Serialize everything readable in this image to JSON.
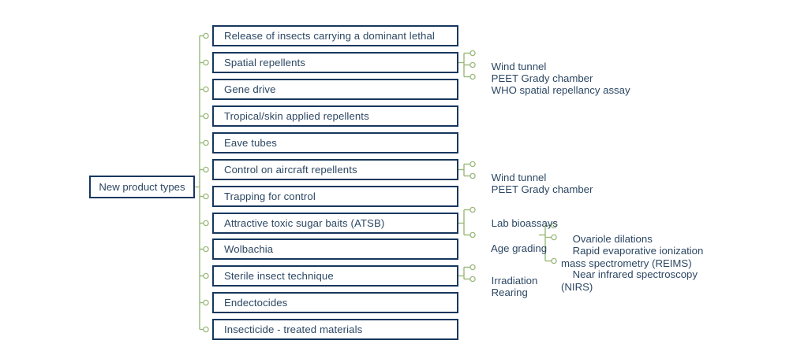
{
  "diagram": {
    "type": "mind-map",
    "colors": {
      "box_border": "#17375e",
      "text": "#2c4763",
      "connector": "#9bb87a",
      "background": "#ffffff"
    },
    "root": {
      "label": "New product types"
    },
    "branches": [
      {
        "label": "Release of insects carrying a dominant lethal",
        "children": []
      },
      {
        "label": "Spatial repellents",
        "children": [
          {
            "label": "Wind tunnel"
          },
          {
            "label": "PEET Grady chamber"
          },
          {
            "label": "WHO spatial repellancy assay"
          }
        ]
      },
      {
        "label": "Gene drive",
        "children": []
      },
      {
        "label": "Tropical/skin applied repellents",
        "children": []
      },
      {
        "label": "Eave tubes",
        "children": []
      },
      {
        "label": "Control on aircraft repellents",
        "children": [
          {
            "label": "Wind tunnel"
          },
          {
            "label": "PEET Grady chamber"
          }
        ]
      },
      {
        "label": "Trapping for control",
        "children": []
      },
      {
        "label": "Attractive toxic sugar baits (ATSB)",
        "children": [
          {
            "label": "Lab bioassays"
          },
          {
            "label": "Age grading",
            "children": [
              {
                "label": "Ovariole dilations"
              },
              {
                "label": "Rapid evaporative ionization\nmass spectrometry (REIMS)"
              },
              {
                "label": "Near infrared spectroscopy\n(NIRS)"
              }
            ]
          }
        ]
      },
      {
        "label": "Wolbachia",
        "children": []
      },
      {
        "label": "Sterile insect technique",
        "children": [
          {
            "label": "Irradiation"
          },
          {
            "label": "Rearing"
          }
        ]
      },
      {
        "label": "Endectocides",
        "children": []
      },
      {
        "label": "Insecticide - treated materials",
        "children": []
      }
    ]
  }
}
